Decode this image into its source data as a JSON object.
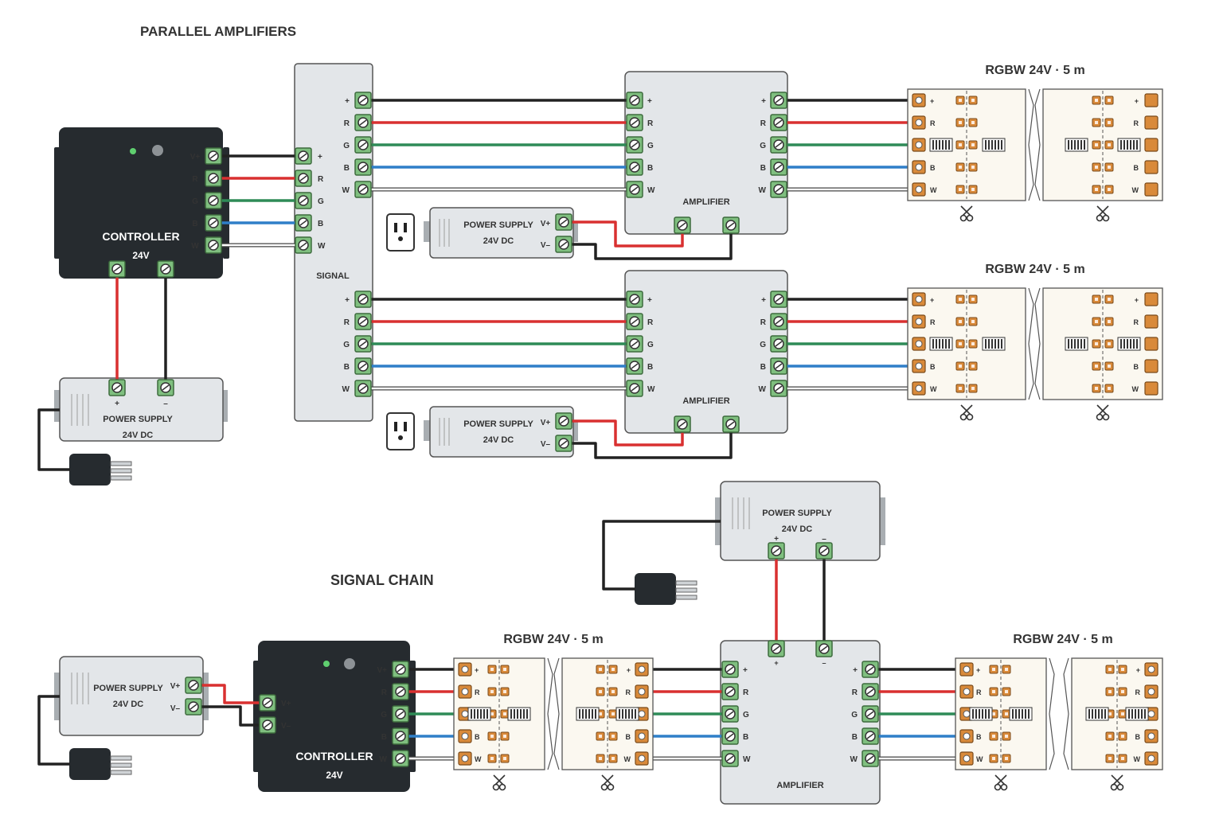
{
  "colors": {
    "wire_plus": "#222222",
    "wire_r": "#d93030",
    "wire_g": "#2e8b57",
    "wire_b": "#2f7fc8",
    "wire_w": "#ffffff",
    "terminal": "#7fbf7f",
    "controller_body": "#262b2f",
    "box_body": "#e3e6e9",
    "copper_pad": "#d98a3a",
    "led_strip": "#fbf8f0"
  },
  "sections": {
    "parallel_title": "PARALLEL AMPLIFIERS",
    "chain_title": "SIGNAL CHAIN"
  },
  "channels": [
    "+",
    "R",
    "G",
    "B",
    "W"
  ],
  "controller_channels": [
    "V+",
    "R",
    "G",
    "B",
    "W"
  ],
  "controller": {
    "name": "CONTROLLER",
    "voltage": "24V"
  },
  "amplifier": {
    "name": "AMPLIFIER",
    "power_plus": "+",
    "power_minus": "–"
  },
  "signal_bar": {
    "name": "SIGNAL"
  },
  "power_supply": {
    "name": "POWER SUPPLY",
    "voltage": "24V DC",
    "plus": "+",
    "minus": "–",
    "v_plus": "V+",
    "v_minus": "V–"
  },
  "strip": {
    "label": "RGBW 24V · 5 m"
  },
  "icons": [
    "scissors-icon",
    "outlet-icon",
    "plug-icon",
    "led-chip-icon",
    "resistor-icon"
  ]
}
